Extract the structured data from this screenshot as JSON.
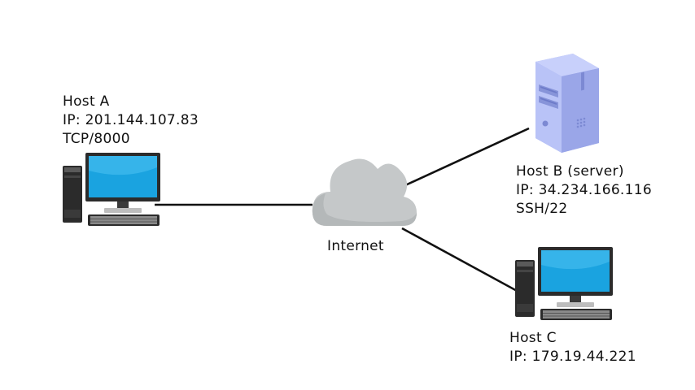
{
  "diagram": {
    "host_a": {
      "name": "Host A",
      "ip": "IP: 201.144.107.83",
      "service": "TCP/8000"
    },
    "host_b": {
      "name": "Host B (server)",
      "ip": "IP: 34.234.166.116",
      "service": "SSH/22"
    },
    "host_c": {
      "name": "Host C",
      "ip": "IP: 179.19.44.221"
    },
    "cloud": {
      "label": "Internet"
    },
    "icons": {
      "host_a": "desktop-computer-icon",
      "host_b": "server-tower-icon",
      "host_c": "desktop-computer-icon",
      "internet": "cloud-icon"
    },
    "colors": {
      "link": "#111111",
      "cloud": "#c5c8c9",
      "screen": "#1aa3e0",
      "server": "#aab6f2"
    }
  }
}
